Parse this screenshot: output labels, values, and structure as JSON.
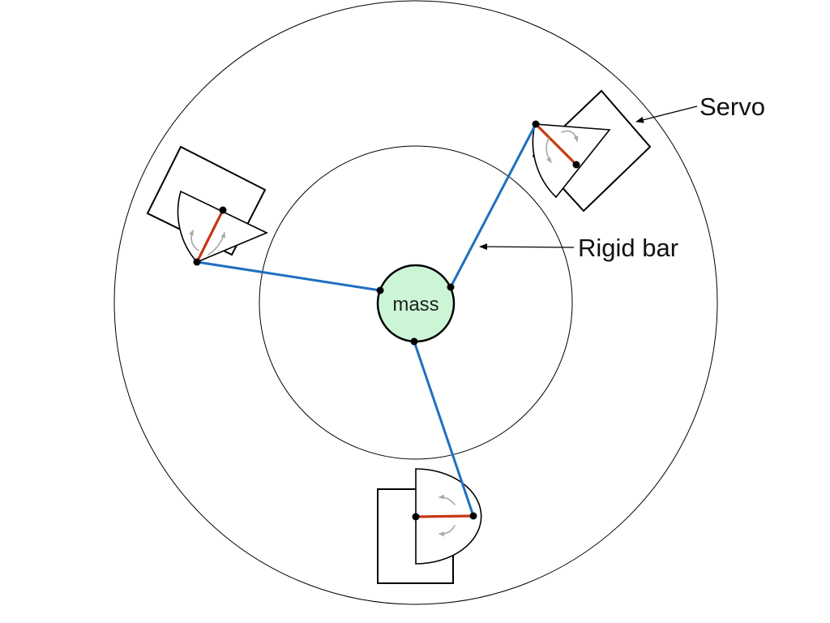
{
  "labels": {
    "servo": "Servo",
    "rigid_bar": "Rigid bar",
    "mass": "mass"
  },
  "colors": {
    "mass_fill": "#ccf5d6",
    "rigid_bar": "#1f6fc0",
    "crank": "#c63a12",
    "rotation_arrow": "#a8a8a8"
  }
}
